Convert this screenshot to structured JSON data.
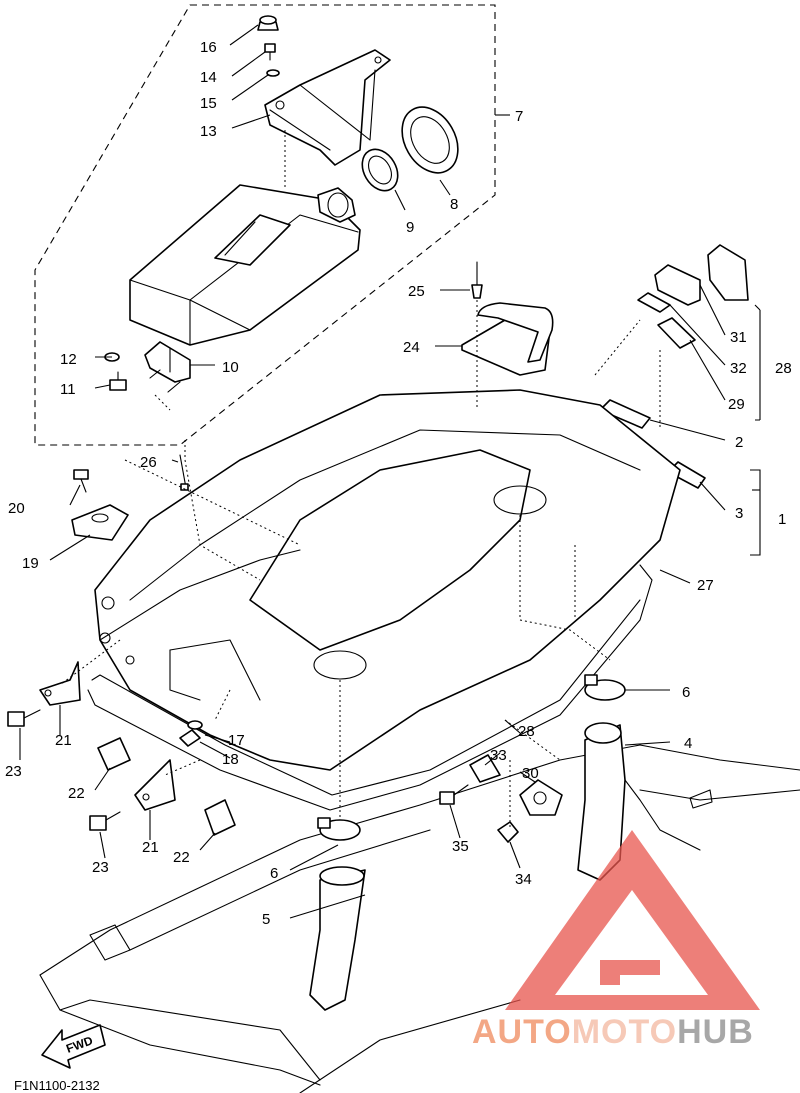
{
  "diagram": {
    "drawing_code": "F1N1100-2132",
    "forward_label": "FWD",
    "callouts": {
      "c1": "1",
      "c2": "2",
      "c3": "3",
      "c4": "4",
      "c5": "5",
      "c6a": "6",
      "c6b": "6",
      "c7": "7",
      "c8": "8",
      "c9": "9",
      "c10": "10",
      "c11": "11",
      "c12": "12",
      "c13": "13",
      "c14": "14",
      "c15": "15",
      "c16": "16",
      "c17": "17",
      "c18": "18",
      "c19": "19",
      "c20": "20",
      "c21a": "21",
      "c21b": "21",
      "c22a": "22",
      "c22b": "22",
      "c23a": "23",
      "c23b": "23",
      "c24": "24",
      "c25": "25",
      "c26": "26",
      "c27": "27",
      "c28a": "28",
      "c28b": "28",
      "c29": "29",
      "c30": "30",
      "c31": "31",
      "c32": "32",
      "c33": "33",
      "c34": "34",
      "c35": "35"
    }
  },
  "watermark": {
    "brand_part1": "AUTO",
    "brand_part2": "MOTO",
    "brand_part3": "HUB",
    "colors": {
      "part1": "#f08a5d",
      "part2": "#f3b7a0",
      "part3": "#8a8a8a",
      "triangle": "#e8554d"
    }
  }
}
